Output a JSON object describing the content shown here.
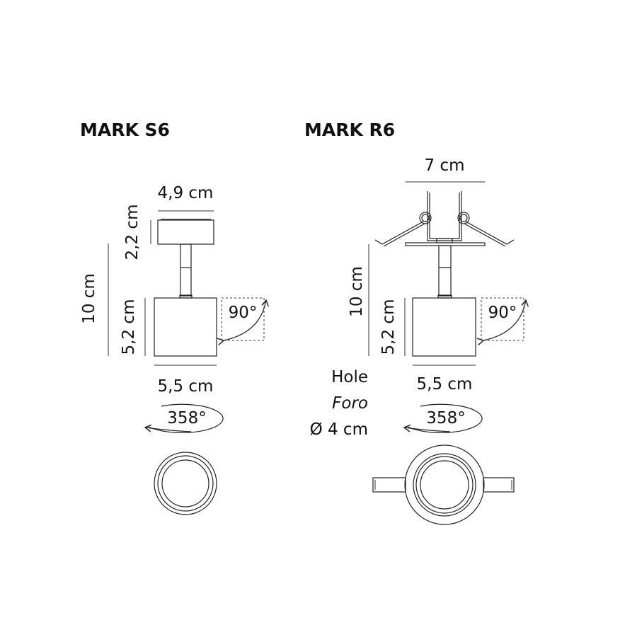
{
  "products": [
    {
      "title": "MARK S6",
      "top_width": "4,9 cm",
      "canopy_height": "2,2 cm",
      "total_height": "10 cm",
      "head_height": "5,2 cm",
      "tilt": "90°",
      "head_width": "5,5 cm",
      "rotation": "358°"
    },
    {
      "title": "MARK R6",
      "top_width": "7 cm",
      "total_height": "10 cm",
      "head_height": "5,2 cm",
      "tilt": "90°",
      "head_width": "5,5 cm",
      "rotation": "358°",
      "hole_label_en": "Hole",
      "hole_label_it": "Foro",
      "hole_size": "Ø 4 cm"
    }
  ],
  "colors": {
    "line": "#222222",
    "background": "#ffffff"
  }
}
